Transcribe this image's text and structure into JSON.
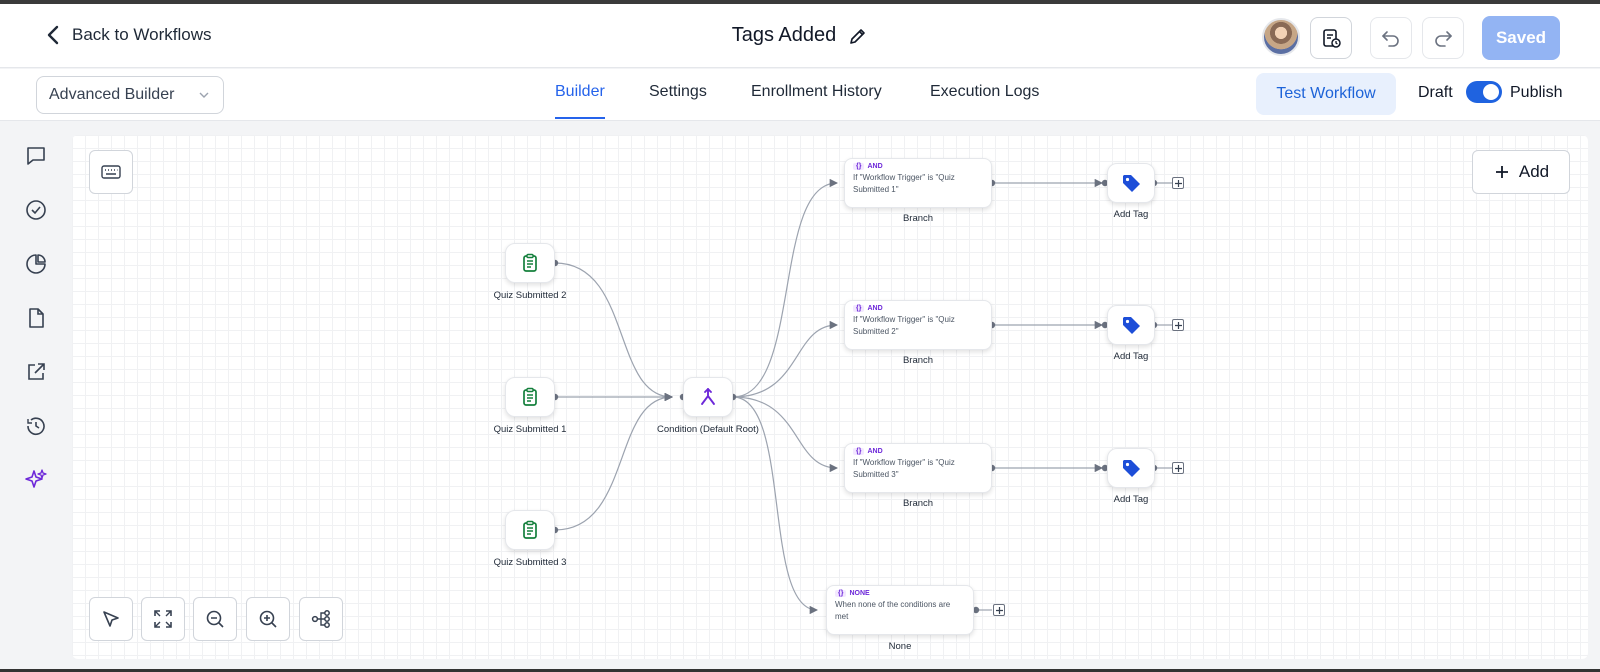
{
  "header": {
    "back_label": "Back to Workflows",
    "title": "Tags Added",
    "saved_label": "Saved"
  },
  "subbar": {
    "builder_mode": "Advanced Builder",
    "tabs": [
      {
        "label": "Builder"
      },
      {
        "label": "Settings"
      },
      {
        "label": "Enrollment History"
      },
      {
        "label": "Execution Logs"
      }
    ],
    "test_label": "Test Workflow",
    "draft_label": "Draft",
    "publish_label": "Publish",
    "published_toggle_on": true
  },
  "canvas": {
    "add_label": "Add",
    "triggers": [
      {
        "label": "Quiz Submitted 2"
      },
      {
        "label": "Quiz Submitted 1"
      },
      {
        "label": "Quiz Submitted 3"
      }
    ],
    "condition_label": "Condition (Default Root)",
    "branches": [
      {
        "badge": "AND",
        "text": "If \"Workflow Trigger\" is \"Quiz Submitted 1\"",
        "label": "Branch",
        "action": "Add Tag"
      },
      {
        "badge": "AND",
        "text": "If \"Workflow Trigger\" is \"Quiz Submitted 2\"",
        "label": "Branch",
        "action": "Add Tag"
      },
      {
        "badge": "AND",
        "text": "If \"Workflow Trigger\" is \"Quiz Submitted 3\"",
        "label": "Branch",
        "action": "Add Tag"
      }
    ],
    "none_branch": {
      "badge": "NONE",
      "text": "When none of the conditions are met",
      "label": "None"
    }
  },
  "colors": {
    "accent": "#2563eb",
    "trigger_icon": "#15803d",
    "condition_icon": "#6d28d9",
    "tag_icon": "#1d4ed8",
    "saved_bg": "#93b4f3"
  },
  "icons": {
    "sidebar": [
      "chat-icon",
      "check-circle-icon",
      "pie-chart-icon",
      "document-icon",
      "external-link-icon",
      "clock-icon",
      "sparkles-icon"
    ],
    "controls": [
      "pointer-icon",
      "fit-view-icon",
      "zoom-out-icon",
      "zoom-in-icon",
      "auto-layout-icon"
    ]
  }
}
